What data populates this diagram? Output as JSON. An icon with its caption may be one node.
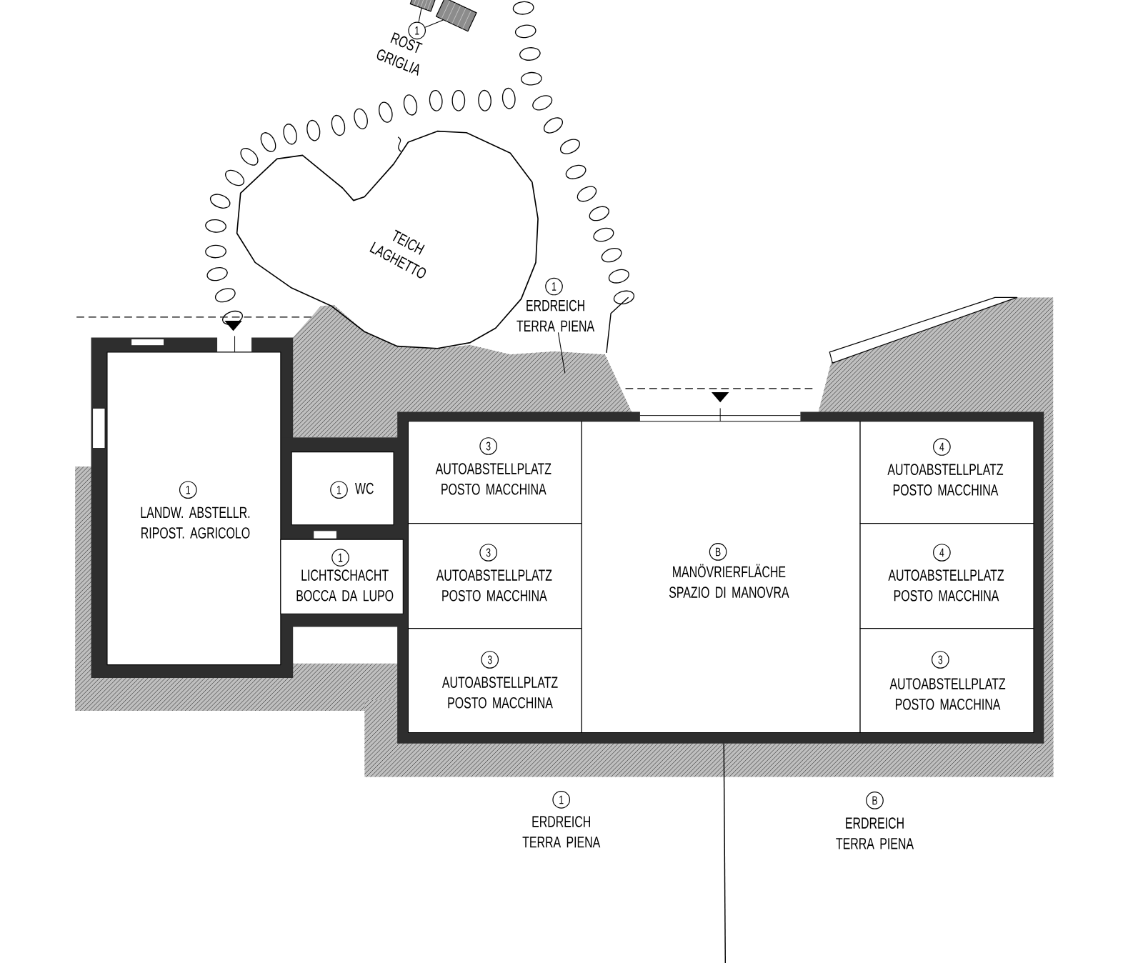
{
  "diagram": {
    "nodes": [
      {
        "text": [
          "1",
          "LANDW. ABSTELLR. RIPOST. AGRICOLO"
        ]
      },
      {
        "text": [
          "1",
          "WC"
        ]
      },
      {
        "text": [
          "1",
          "LICHTSCHACHT BOCCA DA LUPO"
        ]
      },
      {
        "text": [
          "3",
          "AUTOABSTELLPLATZ POSTO MACCHINA"
        ]
      },
      {
        "text": [
          "3",
          "AUTOABSTELLPLATZ POSTO MACCHINA"
        ]
      },
      {
        "text": [
          "3",
          "AUTOABSTELLPLATZ POSTO MACCHINA"
        ]
      },
      {
        "text": [
          "B",
          "MANÖVRIERFLÄCHE SPAZIO DI MANOVRA"
        ]
      },
      {
        "text": [
          "4",
          "AUTOABSTELLPLATZ POSTO MACCHINA"
        ]
      },
      {
        "text": [
          "4",
          "AUTOABSTELLPLATZ POSTO MACCHINA"
        ]
      },
      {
        "text": [
          "3",
          "AUTOABSTELLPLATZ POSTO MACCHINA"
        ]
      },
      {
        "text": [
          "TEICH LAGHETTO"
        ]
      },
      {
        "text": [
          "1",
          "ERDREICH TERRA PIENA"
        ]
      },
      {
        "text": [
          "1",
          "ROST GRIGLIA"
        ]
      },
      {
        "text": [],
        "shape": "picture"
      },
      {
        "text": [],
        "shape": "picture"
      },
      {
        "text": [
          "1",
          "ERDREICH TERRA PIENA"
        ]
      },
      {
        "text": [
          "B",
          "ERDREICH TERRA PIENA"
        ]
      }
    ],
    "edges": [
      {
        "from": 11,
        "to": null,
        "arrow": "none"
      },
      {
        "from": 12,
        "to": 13,
        "arrow": "none"
      },
      {
        "from": 12,
        "to": 14,
        "arrow": "none"
      }
    ]
  }
}
